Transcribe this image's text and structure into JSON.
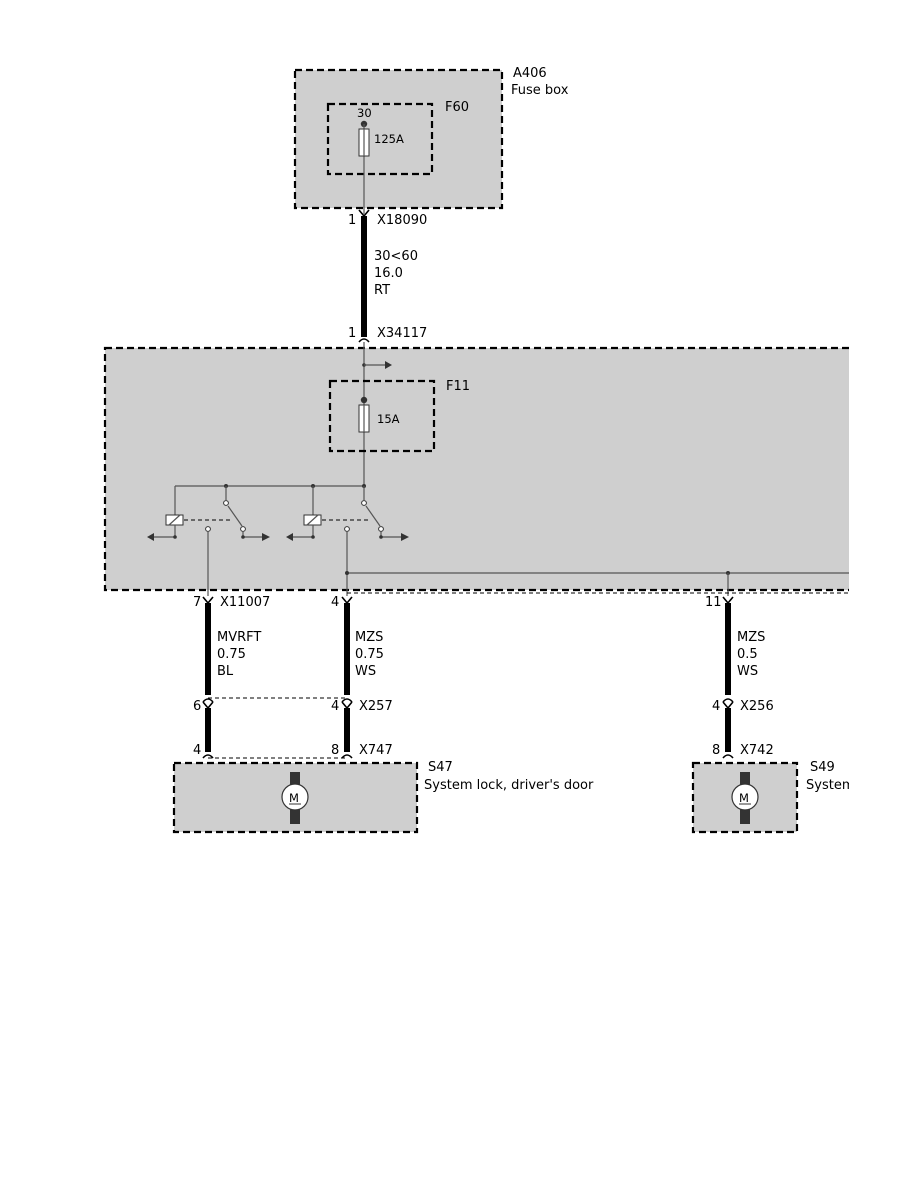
{
  "fuse_box": {
    "id": "A406",
    "name": "Fuse box"
  },
  "fuse_f60": {
    "id": "F60",
    "terminal": "30",
    "rating": "125A"
  },
  "fuse_f11": {
    "id": "F11",
    "rating": "15A"
  },
  "connectors": {
    "x18090": {
      "id": "X18090",
      "pin": "1"
    },
    "x34117": {
      "id": "X34117",
      "pin": "1"
    },
    "x11007": {
      "id": "X11007",
      "pin_a": "7",
      "pin_b": "4",
      "pin_c": "11"
    },
    "x257": {
      "id": "X257",
      "pin_a": "6",
      "pin_b": "4"
    },
    "x747": {
      "id": "X747",
      "pin_a": "4",
      "pin_b": "8"
    },
    "x256": {
      "id": "X256",
      "pin": "4"
    },
    "x742": {
      "id": "X742",
      "pin": "8"
    }
  },
  "wires": {
    "main": {
      "signal": "30<60",
      "gauge": "16.0",
      "color": "RT"
    },
    "mvrft": {
      "signal": "MVRFT",
      "gauge": "0.75",
      "color": "BL"
    },
    "mzs_left": {
      "signal": "MZS",
      "gauge": "0.75",
      "color": "WS"
    },
    "mzs_right": {
      "signal": "MZS",
      "gauge": "0.5",
      "color": "WS"
    }
  },
  "components": {
    "s47": {
      "id": "S47",
      "name": "System lock, driver's door",
      "motor_symbol": "M"
    },
    "s49": {
      "id": "S49",
      "name": "System",
      "motor_symbol": "M"
    }
  },
  "colors": {
    "box_fill": "#cfcfcf",
    "line": "#000000"
  }
}
